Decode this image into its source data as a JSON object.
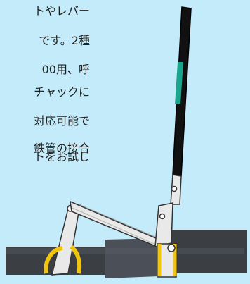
{
  "description_lines": [
    "トやレバー",
    "です。2種",
    "00用、呼",
    "チャックに",
    "対応可能で",
    "鉄管の接合",
    "トをお試し"
  ],
  "illustration": {
    "background_color": "#c3ebf9",
    "pipe_color": "#3b3f44",
    "handle_grip_color": "#111111",
    "handle_accent_color": "#1aa58f",
    "clamp_color": "#f1c40f",
    "metal_color": "#e9e9e9"
  }
}
